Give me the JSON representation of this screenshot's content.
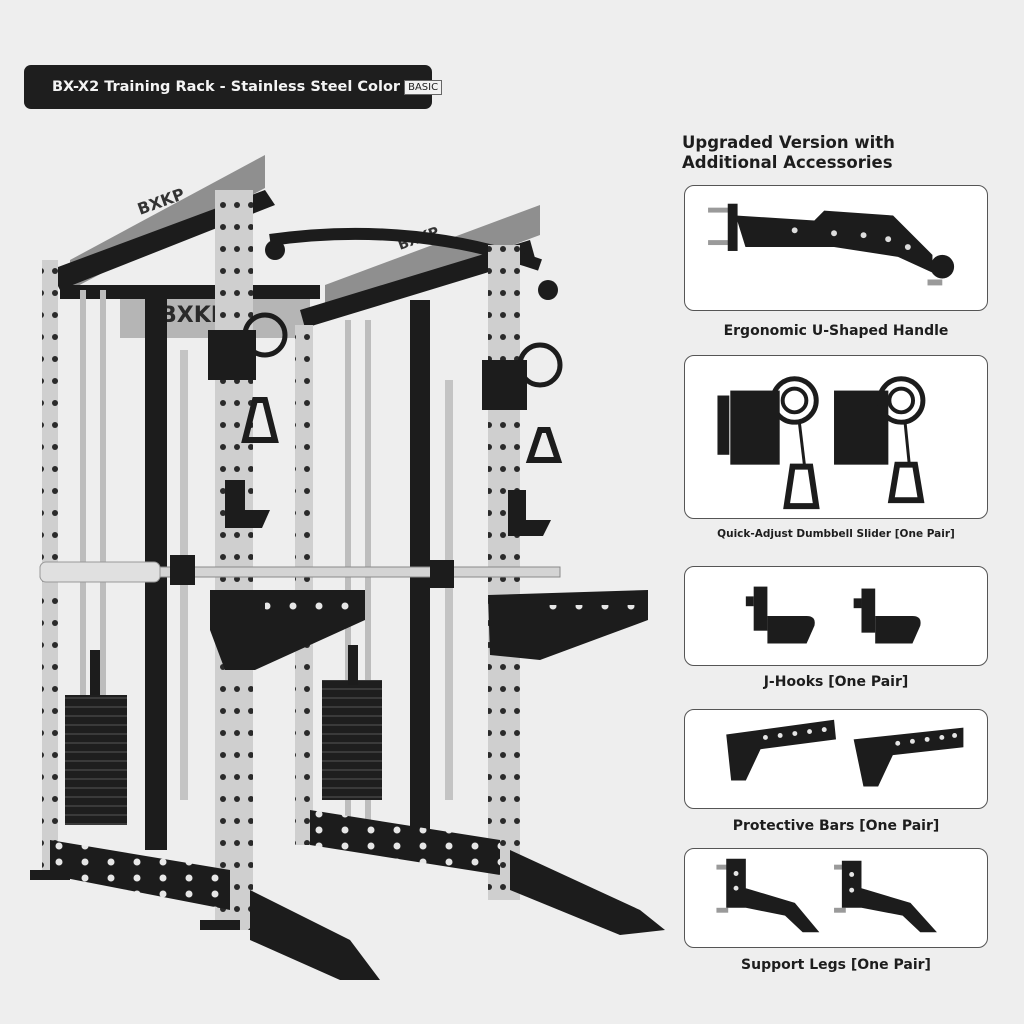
{
  "header": {
    "title": "BX-X2 Training Rack - Stainless Steel Color",
    "tag": "BASIC"
  },
  "rack": {
    "brand_top": "BXKP",
    "brand_side": "BXKP",
    "brand_mid": "BXKI"
  },
  "accessories": {
    "heading": [
      "Upgraded Version with",
      "Additional Accessories"
    ],
    "items": [
      {
        "label": "Ergonomic U-Shaped Handle",
        "icon": "u-shaped-handle-icon"
      },
      {
        "label": "Quick-Adjust Dumbbell Slider [One Pair]",
        "icon": "dumbbell-slider-icon"
      },
      {
        "label": "J-Hooks [One Pair]",
        "icon": "j-hook-icon"
      },
      {
        "label": "Protective Bars [One Pair]",
        "icon": "protective-bar-icon"
      },
      {
        "label": "Support Legs [One Pair]",
        "icon": "support-leg-icon"
      }
    ]
  },
  "colors": {
    "steel": "#c9c9c9",
    "black": "#1c1c1c",
    "plate": "#9b9b9b",
    "background": "#eeeeee"
  }
}
